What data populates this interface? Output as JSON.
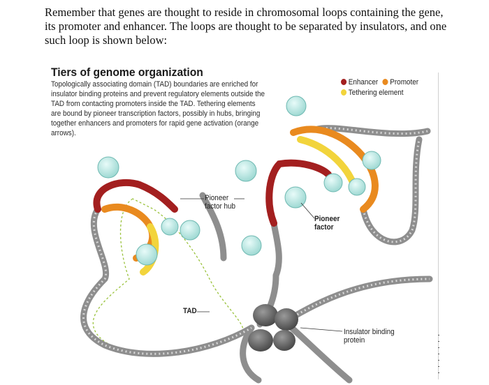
{
  "intro_text": "Remember that genes are thought to reside in chromosomal loops containing the gene, its promoter and enhancer. The loops are thought to be separated by insulators, and one such loop is shown below:",
  "figure": {
    "title": "Tiers of genome organization",
    "description": "Topologically associating domain (TAD) boundaries are enriched for insulator binding proteins and prevent regulatory elements outside the TAD from contacting promoters inside the TAD. Tethering elements are bound by pioneer transcription factors, possibly in hubs, bringing together enhancers and promoters for rapid gene activation (orange arrows).",
    "legend": [
      {
        "label": "Enhancer",
        "color": "#a31f1f"
      },
      {
        "label": "Promoter",
        "color": "#e98a1f"
      },
      {
        "label": "Tethering element",
        "color": "#f2d43c"
      }
    ],
    "callouts": {
      "pioneer_factor_hub": "Pioneer factor hub",
      "pioneer_factor": "Pioneer factor",
      "tad": "TAD",
      "insulator_binding_protein": "Insulator binding protein"
    },
    "colors": {
      "dna": "#8e8e8e",
      "factor": "#b9e6e2",
      "insulator": "#5f5f5f",
      "tad_outline": "#9ac23c"
    }
  }
}
